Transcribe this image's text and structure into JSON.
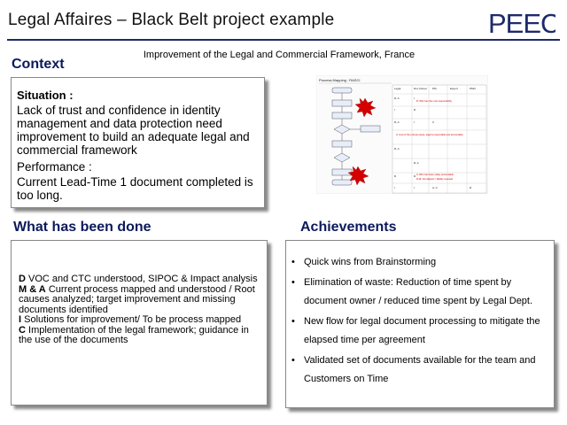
{
  "header": {
    "title": "Legal Affaires – Black Belt project example",
    "logo_text": "PEEC",
    "brand_color": "#1f2a6b"
  },
  "subtitle": "Improvement of the Legal and Commercial Framework, France",
  "context": {
    "heading": "Context",
    "situation_label": "Situation :",
    "situation_text": "Lack of trust and confidence in identity management and data protection need improvement to build an adequate legal and commercial framework",
    "performance_label": "Performance :",
    "performance_text": "Current Lead-Time 1 document completed is too long."
  },
  "done": {
    "heading": "What has been done",
    "items": [
      {
        "key": "D",
        "text": " VOC and CTC understood, SIPOC & Impact analysis"
      },
      {
        "key": "M & A",
        "text": " Current process mapped and understood / Root causes analyzed;    target improvement and missing documents identified"
      },
      {
        "key": "I",
        "text": " Solutions for improvement/ To be process mapped"
      },
      {
        "key": "C",
        "text": " Implementation of the legal framework; guidance in the use of the documents"
      }
    ]
  },
  "achievements": {
    "heading": "Achievements",
    "bullet": "•",
    "items": [
      "Quick wins from Brainstorming",
      "Elimination of waste:  Reduction of time spent by document owner / reduced time spent by Legal Dept.",
      "New flow for legal document processing to mitigate the elapsed time per agreement",
      "Validated set of documents available for the team and Customers on Time"
    ]
  },
  "process_map": {
    "title": "Process Mapping : RASCI",
    "columns": [
      "Legal",
      "Doc Owner",
      "PM",
      "Expert",
      "PMO"
    ],
    "rasci_rows": [
      [
        "R, A",
        "I",
        "",
        "",
        ""
      ],
      [
        "I",
        "R",
        "",
        "",
        ""
      ],
      [
        "R, A",
        "I",
        "C",
        "",
        ""
      ],
      [
        "",
        "",
        "",
        "",
        ""
      ],
      [
        "R, A",
        "",
        "",
        "",
        ""
      ],
      [
        "",
        "R, A",
        "",
        "",
        ""
      ],
      [
        "R",
        "R",
        "",
        "",
        ""
      ],
      [
        "I",
        "I",
        "A, C",
        "",
        "R"
      ]
    ],
    "notes": [
      "R: Who has the most responsibility",
      "In most of the process steps, legal is responsible and accountable",
      "A: Who has been solely accountable",
      "R all: Not aligned = liability exposed"
    ],
    "accent_color": "#d40000"
  }
}
